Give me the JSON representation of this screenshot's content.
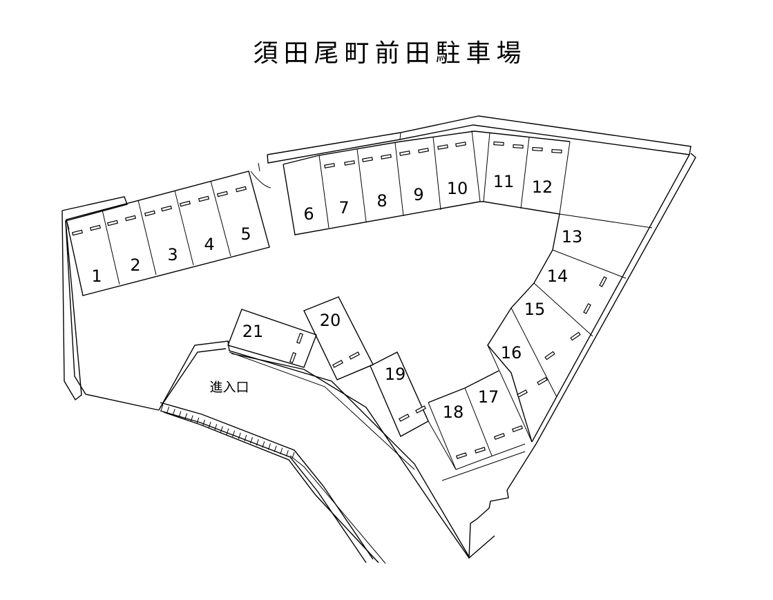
{
  "title": "須田尾町前田駐車場",
  "entrance_label": "進入口",
  "spaces": [
    {
      "label": "1"
    },
    {
      "label": "2"
    },
    {
      "label": "3"
    },
    {
      "label": "4"
    },
    {
      "label": "5"
    },
    {
      "label": "6"
    },
    {
      "label": "7"
    },
    {
      "label": "8"
    },
    {
      "label": "9"
    },
    {
      "label": "10"
    },
    {
      "label": "11"
    },
    {
      "label": "12"
    },
    {
      "label": "13"
    },
    {
      "label": "14"
    },
    {
      "label": "15"
    },
    {
      "label": "16"
    },
    {
      "label": "17"
    },
    {
      "label": "18"
    },
    {
      "label": "19"
    },
    {
      "label": "20"
    },
    {
      "label": "21"
    }
  ]
}
